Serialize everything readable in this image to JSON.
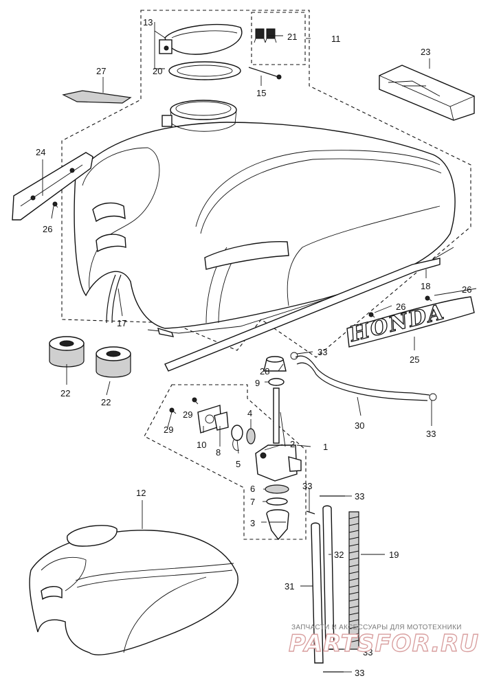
{
  "callouts": {
    "n1": "1",
    "n2": "2",
    "n3": "3",
    "n4": "4",
    "n5": "5",
    "n6": "6",
    "n7": "7",
    "n8": "8",
    "n9": "9",
    "n10": "10",
    "n11": "11",
    "n12": "12",
    "n13": "13",
    "n15": "15",
    "n17": "17",
    "n18": "18",
    "n19": "19",
    "n20": "20",
    "n21": "21",
    "n22": "22",
    "n23": "23",
    "n24": "24",
    "n25": "25",
    "n26": "26",
    "n27": "27",
    "n28": "28",
    "n29": "29",
    "n30": "30",
    "n31": "31",
    "n32": "32",
    "n33": "33"
  },
  "emblem_text": "HONDA",
  "watermark": {
    "subtitle": "ЗАПЧАСТИ И АКСЕССУАРЫ ДЛЯ МОТОТЕХНИКИ",
    "brand": "PARTSFOR.RU"
  }
}
